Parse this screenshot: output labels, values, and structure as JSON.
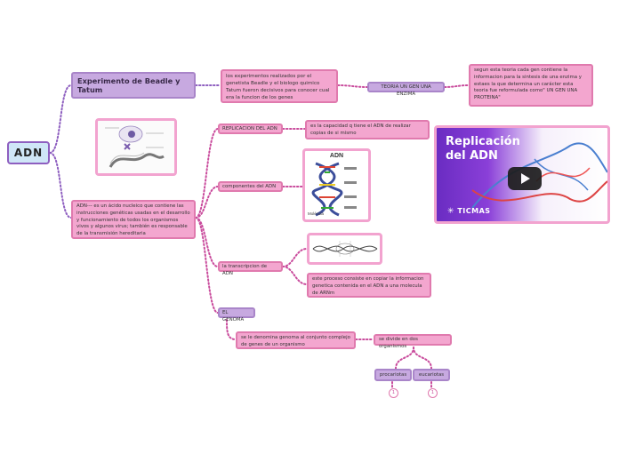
{
  "root": {
    "label": "ADN"
  },
  "nodes": {
    "beadle_title": "Experimento de Beadle y Tatum",
    "beadle_desc": "los experimentos realizados  por el genetista Beadle y el biologo quimico Tatum  fueron decisivos para conocer cual era la funcion de los genes",
    "teoria": "TEORIA UN GEN UNA ENZIMA",
    "teoria_desc": "segun esta teoria cada gen  contiene la informacion para la sintesis de una enzima  y estaes la que determina un carácter esta teoria fue reformulada como\" UN GEN UNA PROTEINA\"",
    "adn_def": "ADN--- es un ácido nucleico que contiene las instrucciones genéticas usadas en el desarrollo y funcionamiento de todos los organismos vivos y algunos virus; también es responsable de la transmisión hereditaria",
    "replicacion": "REPLICACION DEL ADN",
    "replicacion_desc": "es la  capacidad q tiene el ADN  de realizar copias de si mismo",
    "componentes": "componentes del ADN",
    "transcripcion": "la transcripcion de ADN",
    "transcripcion_desc": "este proceso  consiste en copiar  la informacion genetica contenida en el ADN a una molecula de ARNm",
    "genoma": "EL GENOMA",
    "genoma_desc": "se le denomina genoma al conjunto  complejo de genes de un organismo",
    "divide": "se divide en dos organismos",
    "procariotas": "procariotas",
    "eucariotas": "eucariotas"
  },
  "badges": {
    "procariotas_count": "1",
    "eucariotas_count": "1"
  },
  "video": {
    "title_line1": "Replicación",
    "title_line2": "del ADN",
    "brand": "TICMAS"
  },
  "adn_image": {
    "title": "ADN",
    "caption": "Molécula"
  },
  "colors": {
    "line": "#c94b9c",
    "line_purple": "#8e5fc0",
    "pink_fill": "#f3a6cf",
    "lavender_fill": "#c7a9e0"
  }
}
